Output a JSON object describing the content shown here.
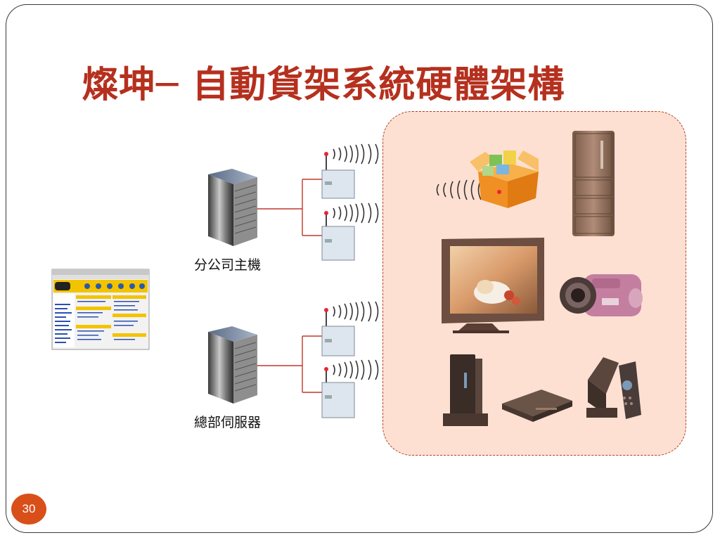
{
  "slide": {
    "title": "燦坤─ 自動貨架系統硬體架構",
    "page_number": "30"
  },
  "servers": [
    {
      "label": "分公司主機"
    },
    {
      "label": "總部伺服器"
    }
  ],
  "colors": {
    "title": "#b5301e",
    "zone_fill": "#fde0d2",
    "connector": "#c0392b",
    "page_badge": "#d94f19"
  },
  "icons": [
    "server-tower-icon",
    "rfid-reader-icon",
    "wireless-signal-icon",
    "rfid-tag-box-icon",
    "refrigerator-icon",
    "flat-tv-icon",
    "camcorder-icon",
    "media-player-icon",
    "dvd-player-icon",
    "set-top-box-icon",
    "web-browser-screenshot"
  ]
}
